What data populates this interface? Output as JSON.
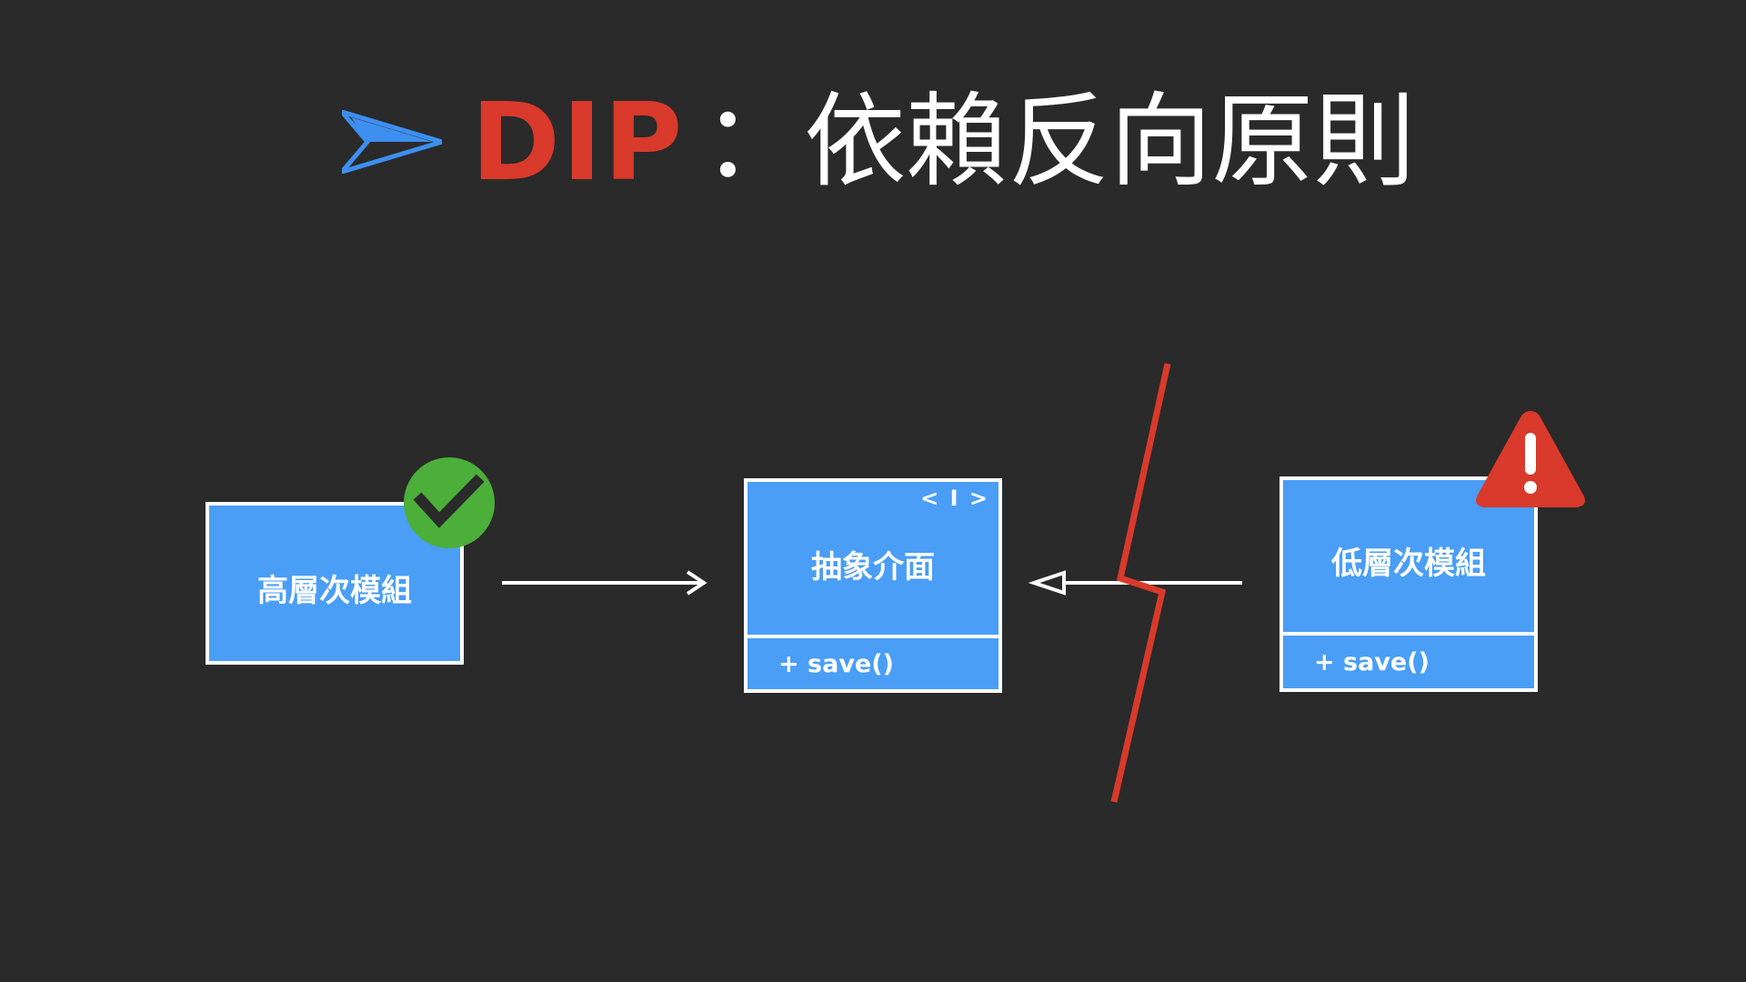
{
  "title": {
    "bullet_icon": "paper-plane-arrow-icon",
    "acronym": "DIP",
    "separator_and_name": "：依賴反向原則"
  },
  "diagram": {
    "high_module": {
      "name": "高層次模組",
      "badge_icon": "check-circle-icon"
    },
    "interface": {
      "tag": "< I >",
      "name": "抽象介面",
      "method": "+ save()"
    },
    "low_module": {
      "name": "低層次模組",
      "method": "+ save()",
      "badge_icon": "warning-triangle-icon"
    },
    "colors": {
      "background": "#2a2a2a",
      "box_fill": "#4a9ef5",
      "box_border": "#ffffff",
      "accent_red": "#d93a2b",
      "check_green": "#4caf3a",
      "bullet_blue": "#3d8ff0"
    }
  }
}
